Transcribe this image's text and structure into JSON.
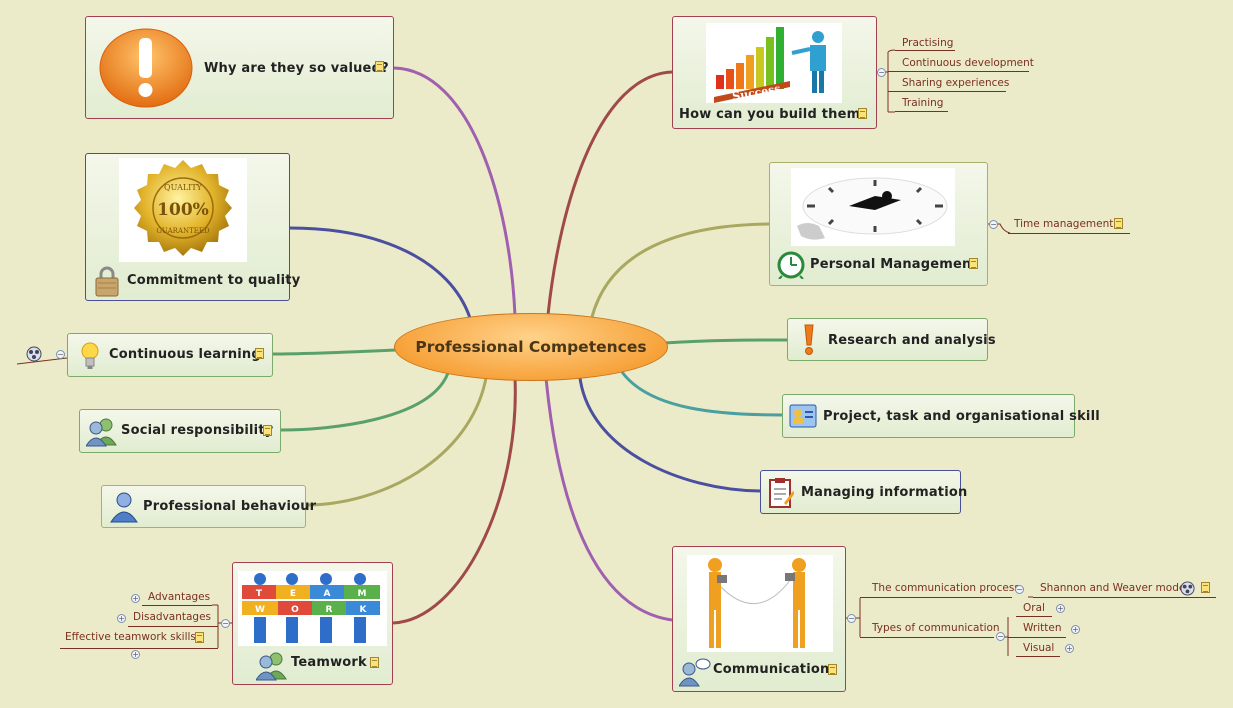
{
  "central": {
    "label": "Professional Competences"
  },
  "nodes": {
    "why_valued": "Why are they so valued?",
    "commitment": "Commitment to quality",
    "continuous_learning": "Continuous learning",
    "social": "Social responsibility",
    "behaviour": "Professional behaviour",
    "teamwork": "Teamwork",
    "build": "How can you build them?",
    "personal": "Personal Management",
    "research": "Research and analysis",
    "project": "Project, task and organisational skill",
    "managing": "Managing information",
    "communication": "Communication"
  },
  "build_subtopics": [
    "Practising",
    "Continuous development",
    "Sharing experiences",
    "Training"
  ],
  "personal_subtopics": [
    "Time management"
  ],
  "teamwork_subtopics": [
    "Advantages",
    "Disadvantages",
    "Effective teamwork skills"
  ],
  "communication_subtopics": {
    "process": "The communication process",
    "model": "Shannon and Weaver model",
    "types": "Types of communication",
    "oral": "Oral",
    "written": "Written",
    "visual": "Visual"
  },
  "images": {
    "success_word": "Success",
    "quality_top": "QUALITY",
    "quality_pct": "100%",
    "quality_bottom": "GUARANTEED",
    "team_letters": [
      "T",
      "E",
      "A",
      "M",
      "W",
      "O",
      "R",
      "K"
    ]
  },
  "colors": {
    "background": "#ecebc9",
    "central": "#f7a33c",
    "branch_purple": "#a060b0",
    "branch_blue": "#4a4fa0",
    "branch_green": "#5aa06a",
    "branch_olive": "#a8a860",
    "branch_red": "#a04a48",
    "branch_teal": "#4aa0a0",
    "subtopic_text": "#7a3020"
  }
}
